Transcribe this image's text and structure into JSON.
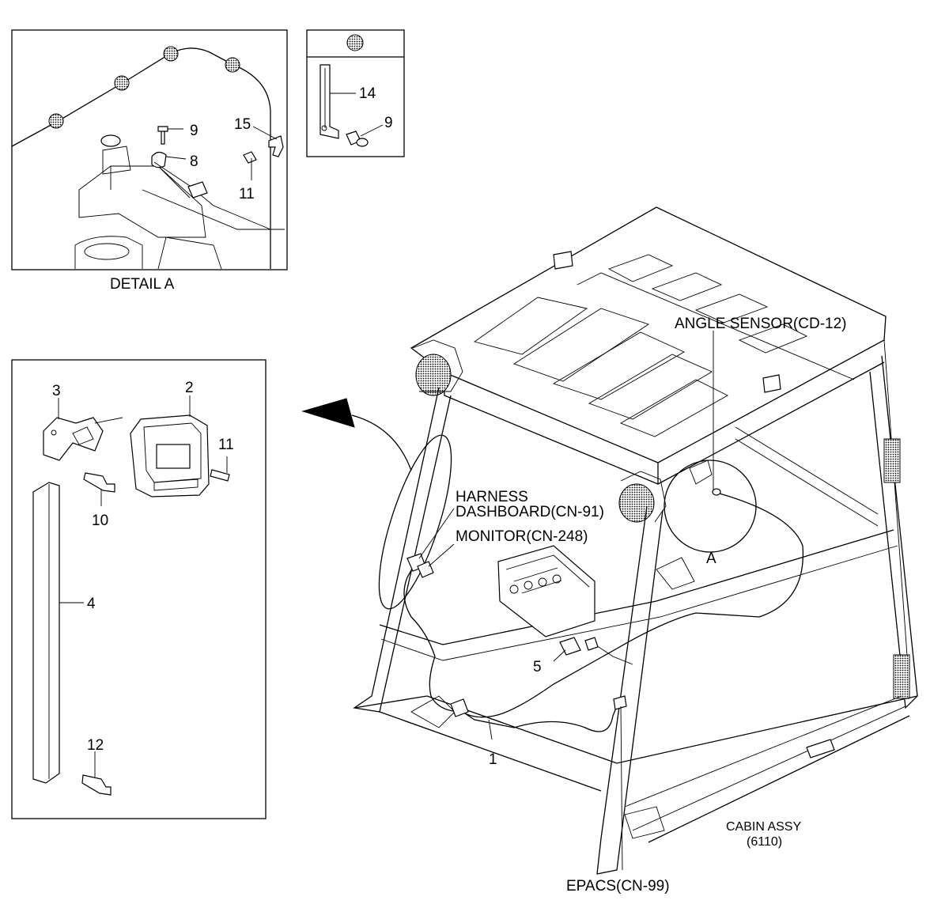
{
  "detail_a": {
    "caption": "DETAIL A",
    "callouts": {
      "c9": "9",
      "c8": "8",
      "c15": "15",
      "c11": "11"
    }
  },
  "inset_small": {
    "callouts": {
      "c14": "14",
      "c9": "9"
    }
  },
  "monitor_view": {
    "callouts": {
      "c3": "3",
      "c2": "2",
      "c11": "11",
      "c10": "10",
      "c4": "4",
      "c12": "12"
    }
  },
  "main_view": {
    "angle_sensor": "ANGLE SENSOR(CD-12)",
    "harness_line1": "HARNESS",
    "harness_line2": "DASHBOARD(CN-91)",
    "monitor": "MONITOR(CN-248)",
    "detail_ref": "A",
    "callout_5": "5",
    "callout_1": "1",
    "epacs": "EPACS(CN-99)",
    "cabin_line1": "CABIN ASSY",
    "cabin_line2": "(6110)"
  }
}
